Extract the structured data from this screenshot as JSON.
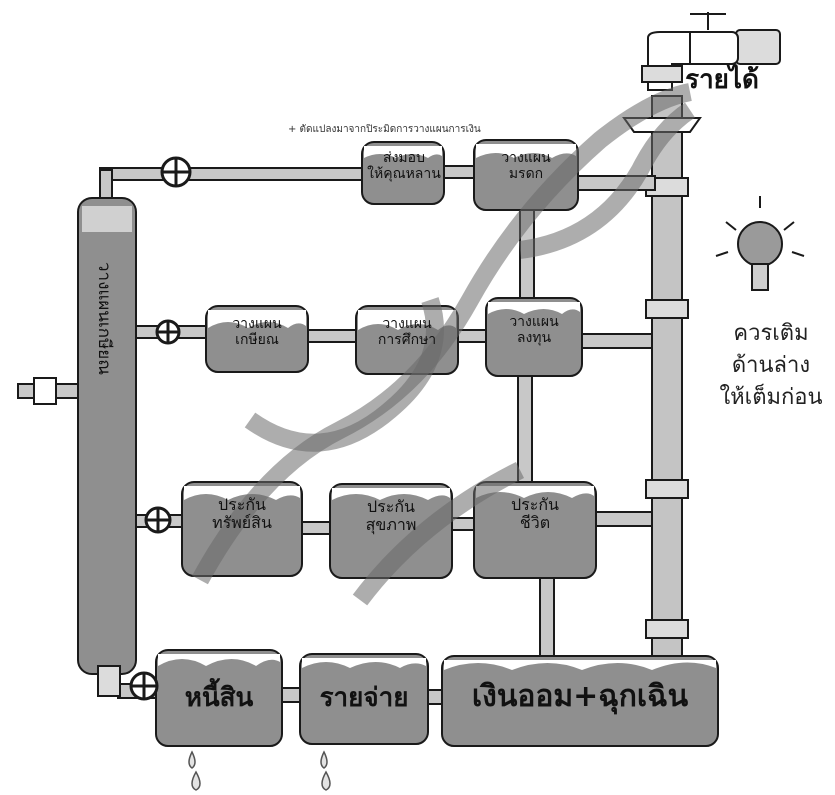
{
  "labels": {
    "income": "รายได้",
    "hint": [
      "ควรเติม",
      "ด้านล่าง",
      "ให้เต็มก่อน"
    ],
    "note": "+ ตัดแปลงมาจากปิระมิดการวางแผนการเงิน",
    "tall_tank": "วางแผนเกษียณ",
    "row1": [
      "ส่งมอบ",
      "ให้คุณหลาน",
      "วางแผน",
      "มรดก"
    ],
    "row2": [
      "วางแผน",
      "เกษียณ",
      "วางแผน",
      "การศึกษา",
      "วางแผน",
      "ลงทุน"
    ],
    "row3": [
      "ประกัน",
      "ทรัพย์สิน",
      "ประกัน",
      "สุขภาพ",
      "ประกัน",
      "ชีวิต"
    ],
    "row4": [
      "หนี้สิน",
      "รายจ่าย",
      "เงินออม+ฉุกเฉิน"
    ]
  },
  "colors": {
    "tank": "#8a8a8a",
    "tank_light": "#b9b9b9",
    "pipe": "#bdbdbd",
    "outline": "#1a1a1a",
    "watermark": "#5a5a5a"
  }
}
